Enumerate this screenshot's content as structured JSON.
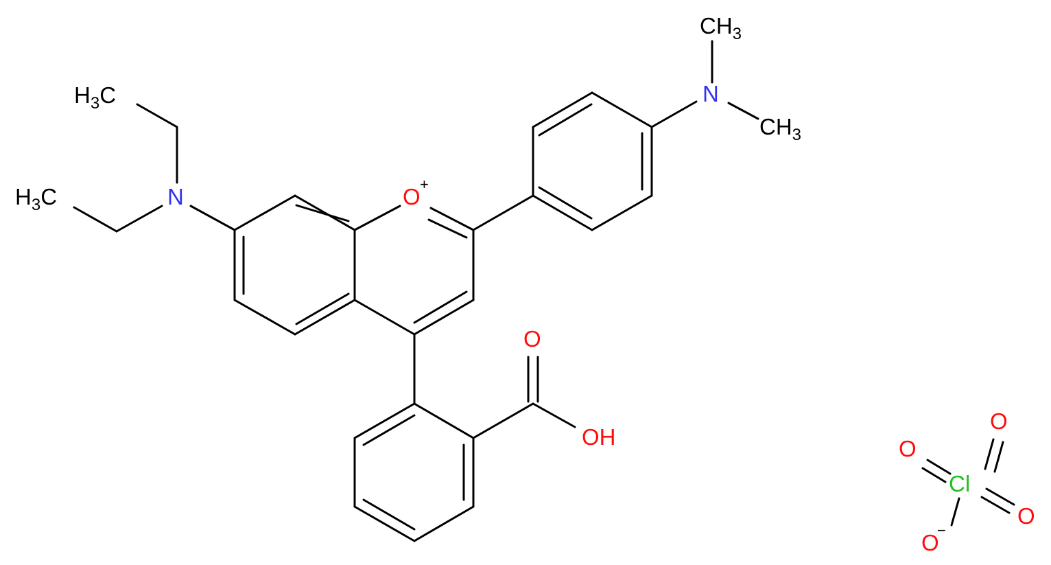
{
  "colors": {
    "bond": "#000000",
    "carbon": "#000000",
    "nitrogen": "#3333ee",
    "oxygen": "#ff0d0d",
    "chlorine": "#1ec41e"
  },
  "labels": {
    "ch3_top": {
      "main": "CH",
      "sub": "3"
    },
    "ch3_right": {
      "main": "CH",
      "sub": "3"
    },
    "n_dimethyl": "N",
    "h3c_upper": {
      "pre": "H",
      "sub": "3",
      "post": "C"
    },
    "h3c_lower": {
      "pre": "H",
      "sub": "3",
      "post": "C"
    },
    "n_diethyl": "N",
    "o_ring": "O",
    "o_ring_charge": "+",
    "o_carbonyl": "O",
    "oh": "OH",
    "o_cl_top": "O",
    "o_cl_left": "O",
    "cl": "Cl",
    "o_cl_right": "O",
    "o_cl_bottom": "O",
    "o_cl_charge": "−"
  }
}
